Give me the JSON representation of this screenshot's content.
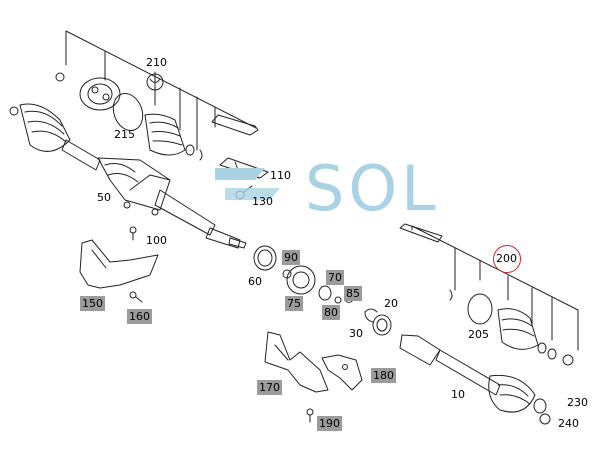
{
  "watermark": {
    "text": "SOL"
  },
  "callouts": {
    "c210": "210",
    "c215": "215",
    "c110": "110",
    "c130": "130",
    "c50": "50",
    "c100": "100",
    "c60": "60",
    "c20": "20",
    "c30": "30",
    "c200": "200",
    "c205": "205",
    "c10": "10",
    "c230": "230",
    "c240": "240",
    "c90": "90",
    "c70": "70",
    "c75": "75",
    "c85": "85",
    "c80": "80",
    "c150": "150",
    "c160": "160",
    "c170": "170",
    "c180": "180",
    "c190": "190"
  },
  "highlight": {
    "callout": "200",
    "color": "#d3272b"
  },
  "colors": {
    "tag_bg": "#9b9b9b",
    "line": "#222222",
    "watermark": "#a9d3e4"
  }
}
